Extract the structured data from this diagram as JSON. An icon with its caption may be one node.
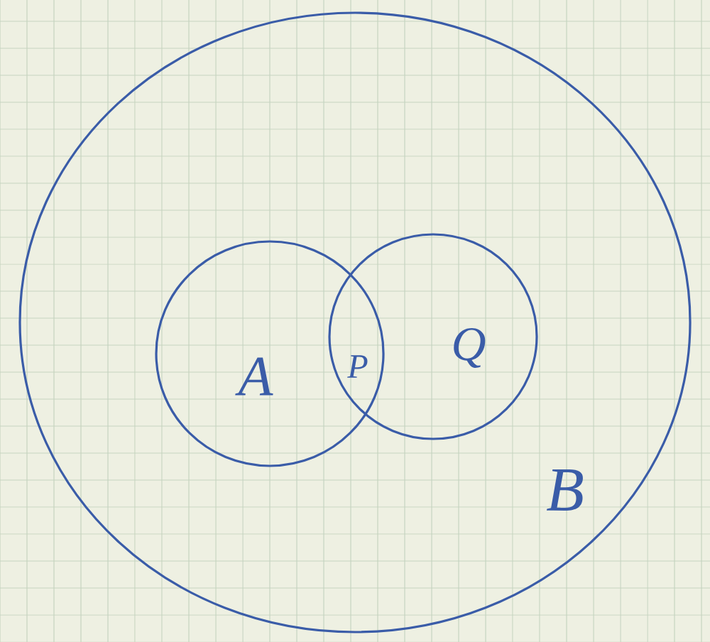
{
  "diagram": {
    "nodes": [
      {
        "text": [
          "B"
        ]
      },
      {
        "text": [
          "A"
        ],
        "in": 0
      },
      {
        "text": [
          "Q"
        ],
        "in": 0
      }
    ],
    "labels": [
      "P"
    ]
  }
}
